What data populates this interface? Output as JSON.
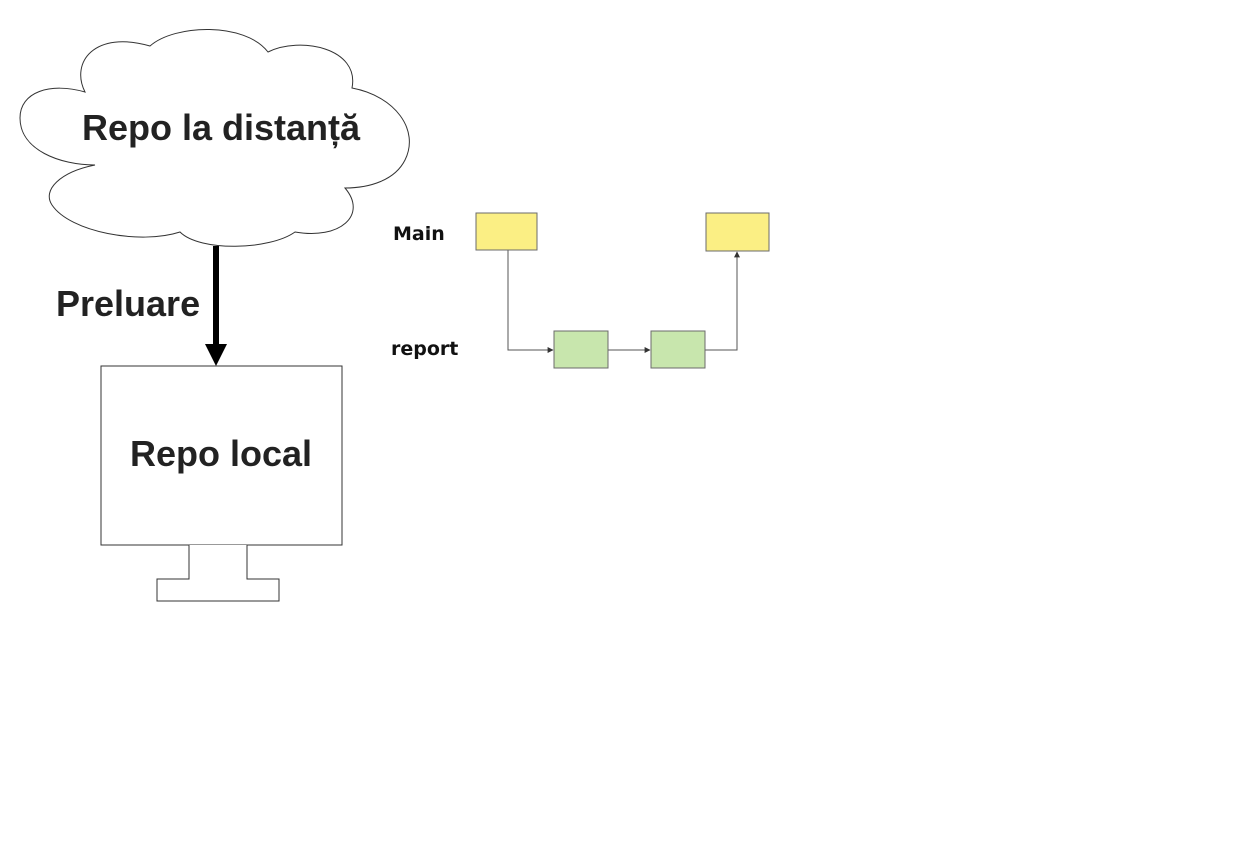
{
  "remote": {
    "label": "Repo la distanță"
  },
  "fetch": {
    "label": "Preluare"
  },
  "local": {
    "label": "Repo local"
  },
  "branches": {
    "main_label": "Main",
    "report_label": "report"
  },
  "colors": {
    "main_commit": "#fbef84",
    "report_commit": "#c8e6ad",
    "commit_border": "#6b6b6b",
    "arrow": "#000000"
  }
}
